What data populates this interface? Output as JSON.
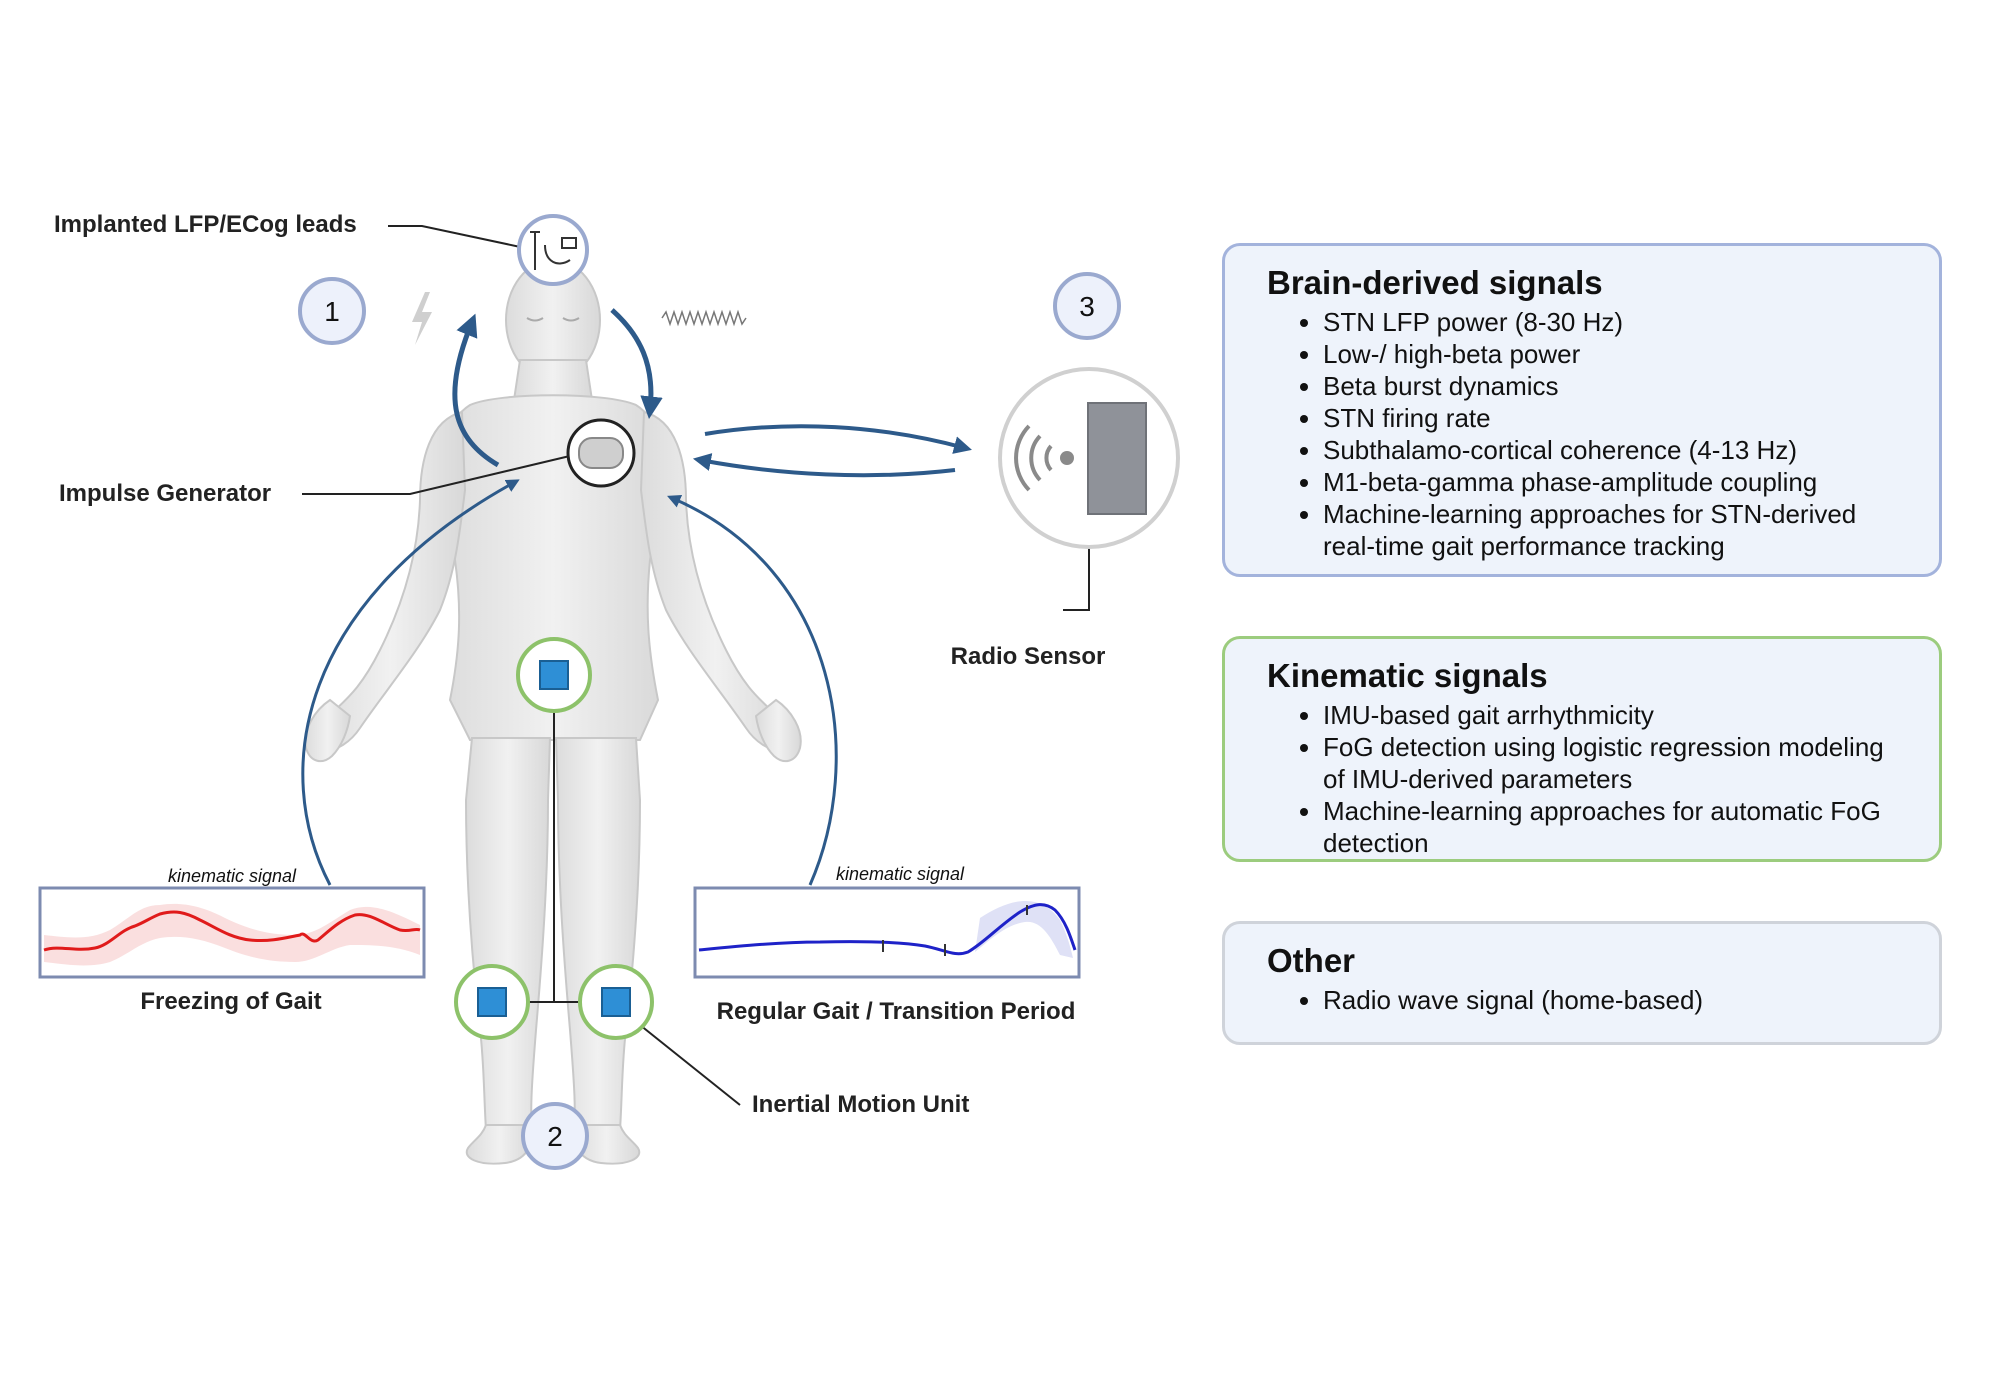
{
  "labels": {
    "leads": "Implanted LFP/ECog leads",
    "impulse_generator": "Impulse Generator",
    "radio_sensor": "Radio Sensor",
    "imu": "Inertial Motion Unit",
    "freezing_of_gait": "Freezing of Gait",
    "regular_gait": "Regular Gait / Transition Period",
    "kinematic_signal_left": "kinematic signal",
    "kinematic_signal_right": "kinematic signal"
  },
  "steps": [
    "1",
    "2",
    "3"
  ],
  "colors": {
    "arrow": "#2d5a8a",
    "imu_ring": "#8dc26a",
    "chip": "#2e8fd6",
    "fog_trace": "#e01b1b",
    "regular_trace": "#1e22c8",
    "step_circle_fill": "#edf1fb",
    "step_circle_stroke": "#9aa9cf"
  },
  "icons": [
    "lightning-icon",
    "wave-icon",
    "wireless-icon",
    "chip-icon",
    "lead-icon",
    "pacemaker-icon"
  ],
  "panels": {
    "brain": {
      "title": "Brain-derived signals",
      "items": [
        "STN LFP power (8-30 Hz)",
        "Low-/ high-beta power",
        "Beta burst dynamics",
        "STN firing rate",
        "Subthalamo-cortical coherence (4-13 Hz)",
        "M1-beta-gamma phase-amplitude coupling",
        "Machine-learning approaches for STN-derived real-time gait performance tracking"
      ]
    },
    "kinematic": {
      "title": "Kinematic signals",
      "items": [
        "IMU-based gait arrhythmicity",
        "FoG detection using logistic regression modeling of IMU-derived parameters",
        "Machine-learning approaches for automatic FoG detection"
      ]
    },
    "other": {
      "title": "Other",
      "items": [
        "Radio wave signal (home-based)"
      ]
    }
  }
}
